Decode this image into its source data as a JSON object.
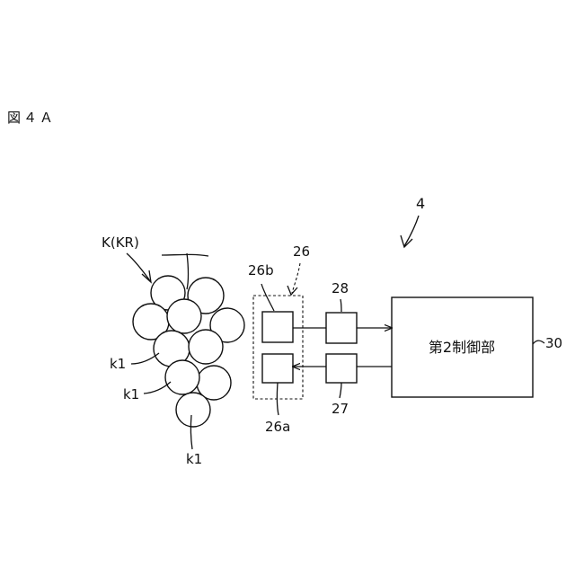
{
  "figure_title": "図４Ａ",
  "labels": {
    "system_ref": "4",
    "grape_ref": "K(KR)",
    "berry_ref_1": "k1",
    "berry_ref_2": "k1",
    "berry_ref_3": "k1",
    "unit_ref": "26",
    "unit_b_ref": "26b",
    "unit_a_ref": "26a",
    "block_28_ref": "28",
    "block_27_ref": "27",
    "controller_ref": "30",
    "controller_text": "第2制御部"
  }
}
